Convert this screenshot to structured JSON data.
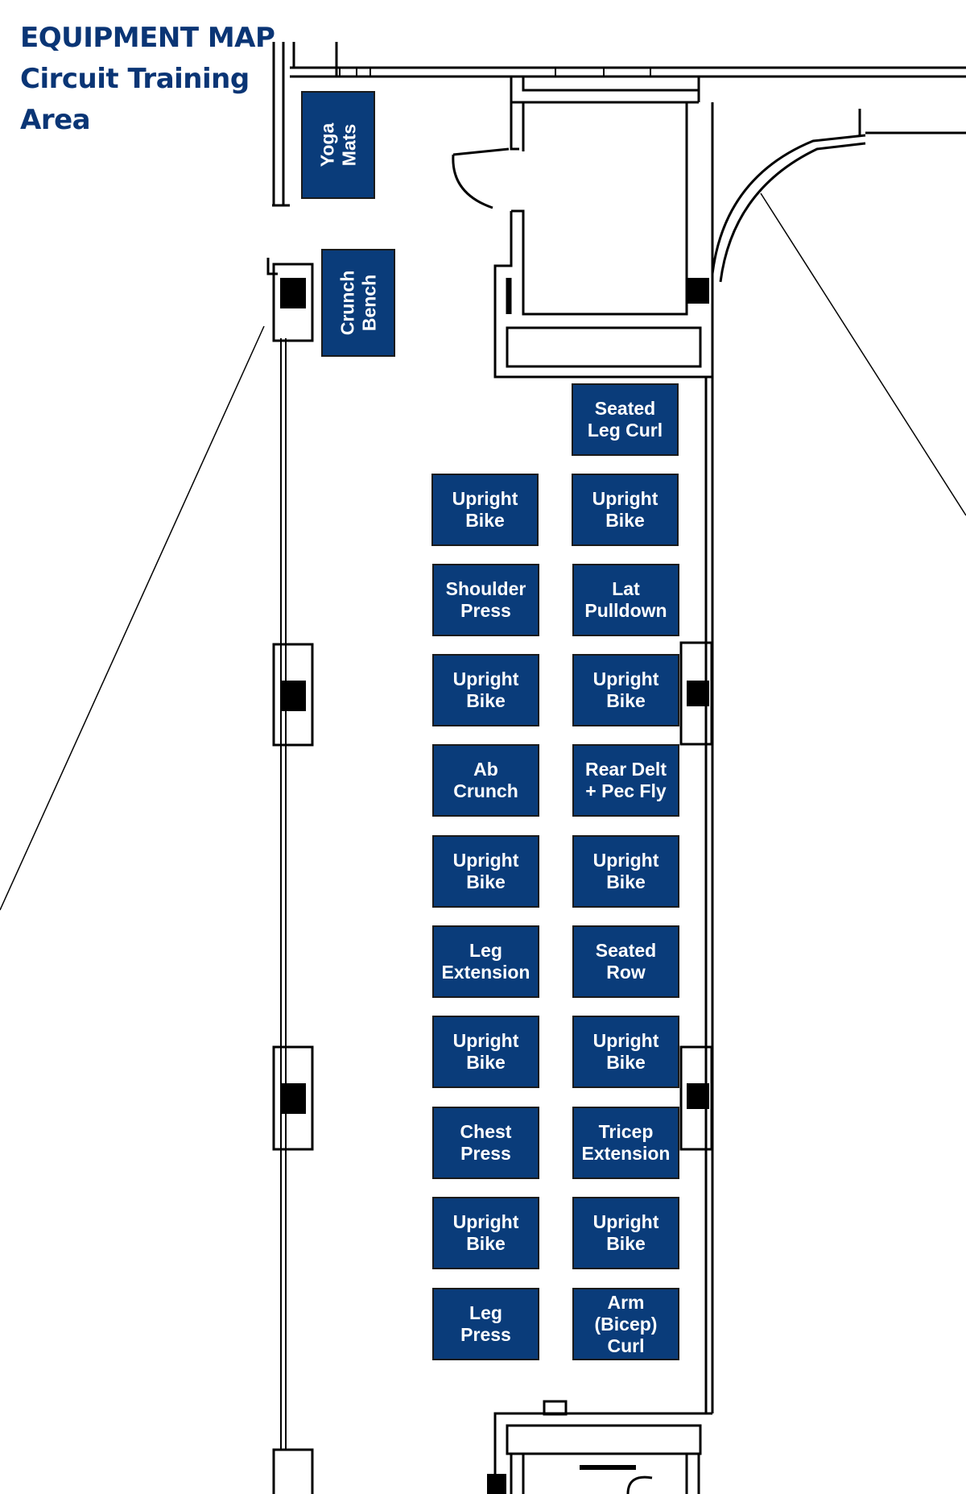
{
  "title": {
    "line1": "EQUIPMENT MAP",
    "line2": "Circuit Training",
    "line3": "Area"
  },
  "equipment": {
    "yoga_mats": "Yoga\nMats",
    "crunch_bench": "Crunch\nBench",
    "seated_leg_curl": "Seated\nLeg Curl",
    "left_column": [
      "Upright\nBike",
      "Shoulder\nPress",
      "Upright\nBike",
      "Ab\nCrunch",
      "Upright\nBike",
      "Leg\nExtension",
      "Upright\nBike",
      "Chest\nPress",
      "Upright\nBike",
      "Leg\nPress"
    ],
    "right_column": [
      "Upright\nBike",
      "Lat\nPulldown",
      "Upright\nBike",
      "Rear Delt\n+ Pec Fly",
      "Upright\nBike",
      "Seated\nRow",
      "Upright\nBike",
      "Tricep\nExtension",
      "Upright\nBike",
      "Arm\n(Bicep)\nCurl"
    ]
  },
  "colors": {
    "equipment_fill": "#0a3c7a",
    "title_text": "#0a3575",
    "wall_line": "#000000"
  }
}
